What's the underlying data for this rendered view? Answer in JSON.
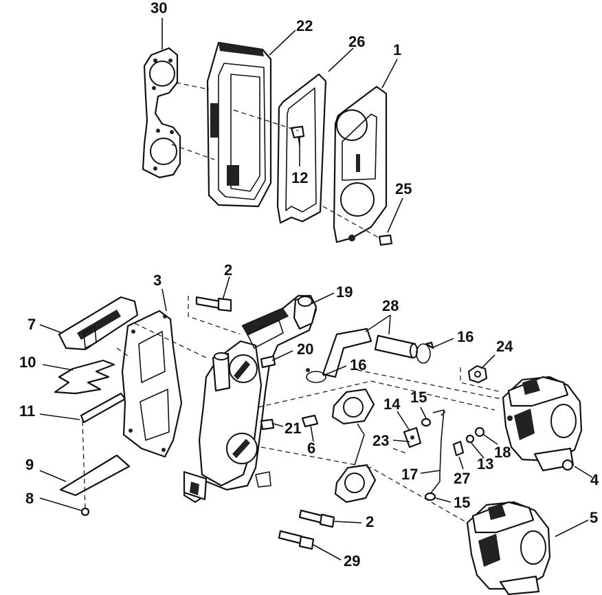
{
  "callouts": [
    {
      "key": "n30",
      "label": "30"
    },
    {
      "key": "n22",
      "label": "22"
    },
    {
      "key": "n26",
      "label": "26"
    },
    {
      "key": "n1",
      "label": "1"
    },
    {
      "key": "n12",
      "label": "12"
    },
    {
      "key": "n25",
      "label": "25"
    },
    {
      "key": "n2a",
      "label": "2"
    },
    {
      "key": "n3",
      "label": "3"
    },
    {
      "key": "n19",
      "label": "19"
    },
    {
      "key": "n28",
      "label": "28"
    },
    {
      "key": "n16a",
      "label": "16"
    },
    {
      "key": "n24",
      "label": "24"
    },
    {
      "key": "n7",
      "label": "7"
    },
    {
      "key": "n20",
      "label": "20"
    },
    {
      "key": "n16b",
      "label": "16"
    },
    {
      "key": "n10",
      "label": "10"
    },
    {
      "key": "n15a",
      "label": "15"
    },
    {
      "key": "n14",
      "label": "14"
    },
    {
      "key": "n11",
      "label": "11"
    },
    {
      "key": "n21",
      "label": "21"
    },
    {
      "key": "n6",
      "label": "6"
    },
    {
      "key": "n23",
      "label": "23"
    },
    {
      "key": "n13",
      "label": "13"
    },
    {
      "key": "n18",
      "label": "18"
    },
    {
      "key": "n9",
      "label": "9"
    },
    {
      "key": "n17",
      "label": "17"
    },
    {
      "key": "n27",
      "label": "27"
    },
    {
      "key": "n4",
      "label": "4"
    },
    {
      "key": "n8",
      "label": "8"
    },
    {
      "key": "n15b",
      "label": "15"
    },
    {
      "key": "n2b",
      "label": "2"
    },
    {
      "key": "n5",
      "label": "5"
    },
    {
      "key": "n29",
      "label": "29"
    }
  ]
}
